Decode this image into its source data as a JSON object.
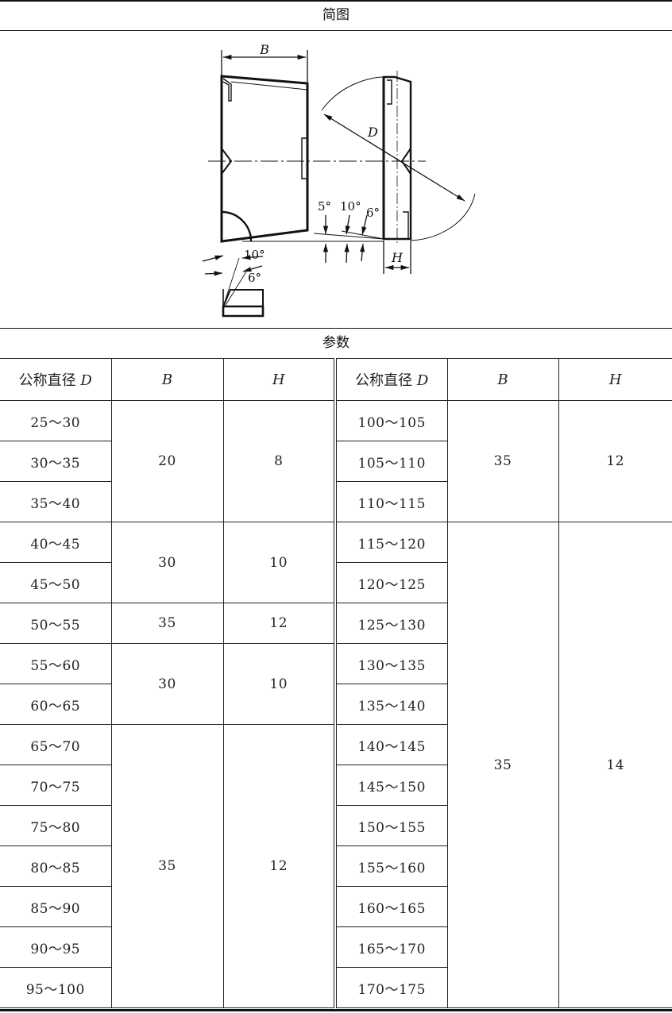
{
  "diagram_section": {
    "title": "简图"
  },
  "diagram_labels": {
    "width": "B",
    "diameter": "D",
    "height": "H",
    "angle_5": "5°",
    "angle_10_right": "10°",
    "angle_6_right": "6°",
    "angle_10_left": "10°",
    "angle_6_left": "6°"
  },
  "params_section": {
    "title": "参数"
  },
  "table": {
    "headers": [
      {
        "text": "公称直径 ",
        "var": "D"
      },
      {
        "text": "",
        "var": "B"
      },
      {
        "text": "",
        "var": "H"
      },
      {
        "text": "公称直径 ",
        "var": "D"
      },
      {
        "text": "",
        "var": "B"
      },
      {
        "text": "",
        "var": "H"
      }
    ],
    "left_diameters": [
      "25～30",
      "30～35",
      "35～40",
      "40～45",
      "45～50",
      "50～55",
      "55～60",
      "60～65",
      "65～70",
      "70～75",
      "75～80",
      "80～85",
      "85～90",
      "90～95",
      "95～100"
    ],
    "left_groups": [
      {
        "rows": 3,
        "B": "20",
        "H": "8"
      },
      {
        "rows": 2,
        "B": "30",
        "H": "10"
      },
      {
        "rows": 1,
        "B": "35",
        "H": "12"
      },
      {
        "rows": 2,
        "B": "30",
        "H": "10"
      },
      {
        "rows": 7,
        "B": "35",
        "H": "12"
      }
    ],
    "right_diameters": [
      "100～105",
      "105～110",
      "110～115",
      "115～120",
      "120～125",
      "125～130",
      "130～135",
      "135～140",
      "140～145",
      "145～150",
      "150～155",
      "155～160",
      "160～165",
      "165～170",
      "170～175"
    ],
    "right_groups": [
      {
        "rows": 3,
        "B": "35",
        "H": "12"
      },
      {
        "rows": 12,
        "B": "35",
        "H": "14"
      }
    ]
  }
}
